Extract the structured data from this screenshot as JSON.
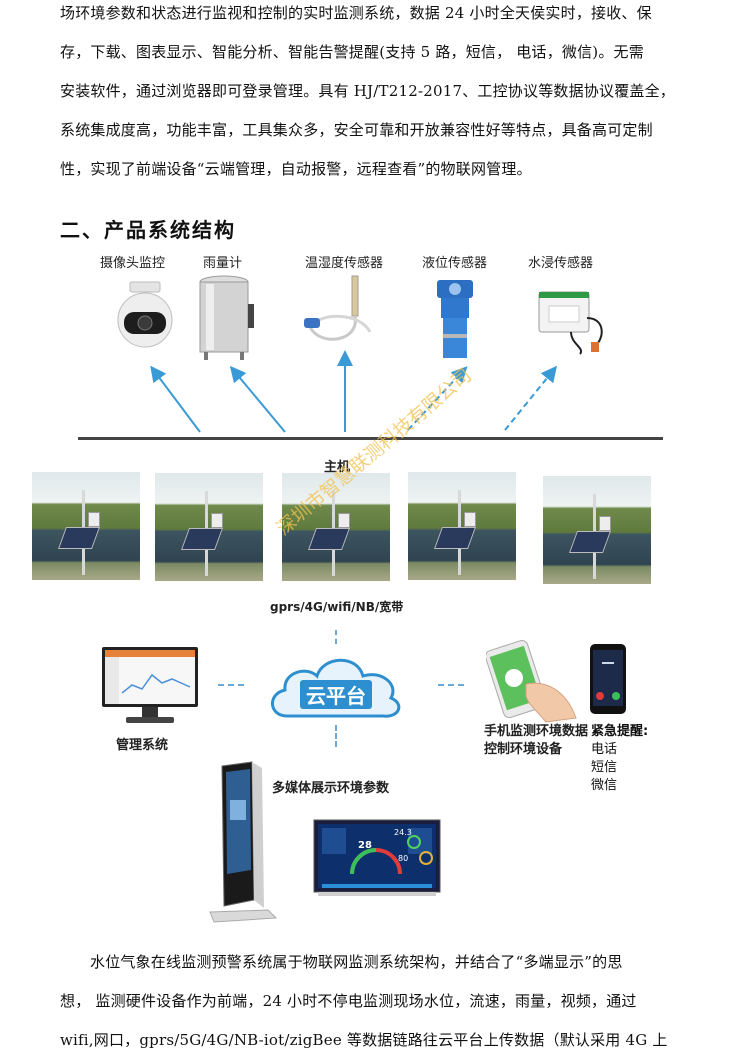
{
  "intro_lines": [
    "场环境参数和状态进行监视和控制的实时监测系统，数据 24 小时全天侯实时，接收、保",
    "存，下载、图表显示、智能分析、智能告警提醒(支持 5 路，短信， 电话，微信)。无需",
    "安装软件，通过浏览器即可登录管理。具有 HJ/T212-2017、工控协议等数据协议覆盖全，",
    "系统集成度高，功能丰富，工具集众多，安全可靠和开放兼容性好等特点，具备高可定制",
    "性，实现了前端设备“云端管理，自动报警，远程查看”的物联网管理。"
  ],
  "section_title": "二、产品系统结构",
  "sensors": [
    {
      "label": "摄像头监控",
      "icon": "camera-icon"
    },
    {
      "label": "雨量计",
      "icon": "rain-gauge-icon"
    },
    {
      "label": "温湿度传感器",
      "icon": "temp-humidity-sensor-icon"
    },
    {
      "label": "液位传感器",
      "icon": "level-sensor-icon"
    },
    {
      "label": "水浸传感器",
      "icon": "water-leak-sensor-icon"
    }
  ],
  "host_label": "主机",
  "network_label": "gprs/4G/wifi/NB/宽带",
  "watermark": "深圳市智慧联测科技有限公司",
  "cloud_label": "云平台",
  "management_label": "管理系统",
  "mobile_label": "手机监测环境数据\n控制环境设备",
  "alert": {
    "title": "紧急提醒:",
    "items": [
      "电话",
      "短信",
      "微信"
    ]
  },
  "multimedia_label": "多媒体展示环境参数",
  "screen_values": {
    "v1": "28",
    "v2": "24.3",
    "v3": "80"
  },
  "outro_lines": [
    "水位气象在线监测预警系统属于物联网监测系统架构，并结合了“多端显示”的思",
    "想， 监测硬件设备作为前端，24 小时不停电监测现场水位，流速，雨量，视频，通过",
    "wifi,网口，gprs/5G/4G/NB-iot/zigBee 等数据链路往云平台上传数据（默认采用 4G 上"
  ],
  "colors": {
    "accent": "#3d9bd1",
    "cloud": "#2e8fd0",
    "arrow": "#3a9ad6"
  }
}
